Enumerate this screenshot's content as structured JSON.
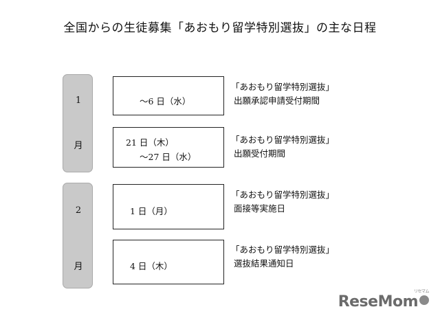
{
  "title": "全国からの生徒募集「あおもり留学特別選抜」の主な日程",
  "months": [
    {
      "digit": "1",
      "unit": "月"
    },
    {
      "digit": "2",
      "unit": "月"
    }
  ],
  "events": [
    {
      "lines": [
        "～6 日（水）"
      ],
      "name": "「あおもり留学特別選抜」",
      "detail": "出願承認申請受付期間"
    },
    {
      "lines": [
        "21 日（木）",
        "～27 日（水）"
      ],
      "name": "「あおもり留学特別選抜」",
      "detail": "出願受付期間"
    },
    {
      "lines": [
        "1 日（月）"
      ],
      "name": "「あおもり留学特別選抜」",
      "detail": "面接等実施日"
    },
    {
      "lines": [
        "4 日（木）"
      ],
      "name": "「あおもり留学特別選抜」",
      "detail": "選抜結果通知日"
    }
  ],
  "logo": {
    "text": "ReseMom",
    "kana": "リセマム"
  }
}
